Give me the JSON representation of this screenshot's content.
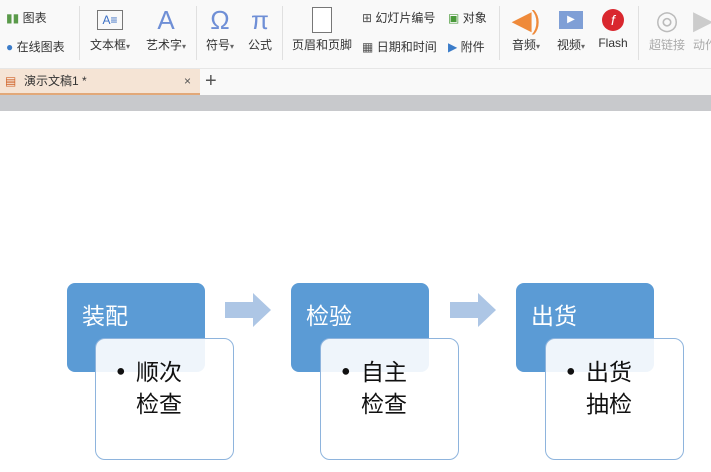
{
  "ribbon": {
    "chart": "图表",
    "online_chart": "在线图表",
    "textbox": "文本框",
    "wordart": "艺术字",
    "symbol": "符号",
    "formula": "公式",
    "header_footer": "页眉和页脚",
    "slide_number": "幻灯片编号",
    "object": "对象",
    "datetime": "日期和时间",
    "attachment": "附件",
    "audio": "音频",
    "video": "视频",
    "flash": "Flash",
    "hyperlink": "超链接",
    "action": "动作"
  },
  "tabs": [
    {
      "label": "演示文稿1 *",
      "close": "×"
    }
  ],
  "new_tab": "+",
  "diagram": [
    {
      "title": "装配",
      "line1": "顺次",
      "line2": "检查"
    },
    {
      "title": "检验",
      "line1": "自主",
      "line2": "检查"
    },
    {
      "title": "出货",
      "line1": "出货",
      "line2": "抽检"
    }
  ],
  "bullet": "•",
  "colors": {
    "primary": "#5b9bd5",
    "arrow": "#adc6e5",
    "tab": "#f5e4d5"
  }
}
